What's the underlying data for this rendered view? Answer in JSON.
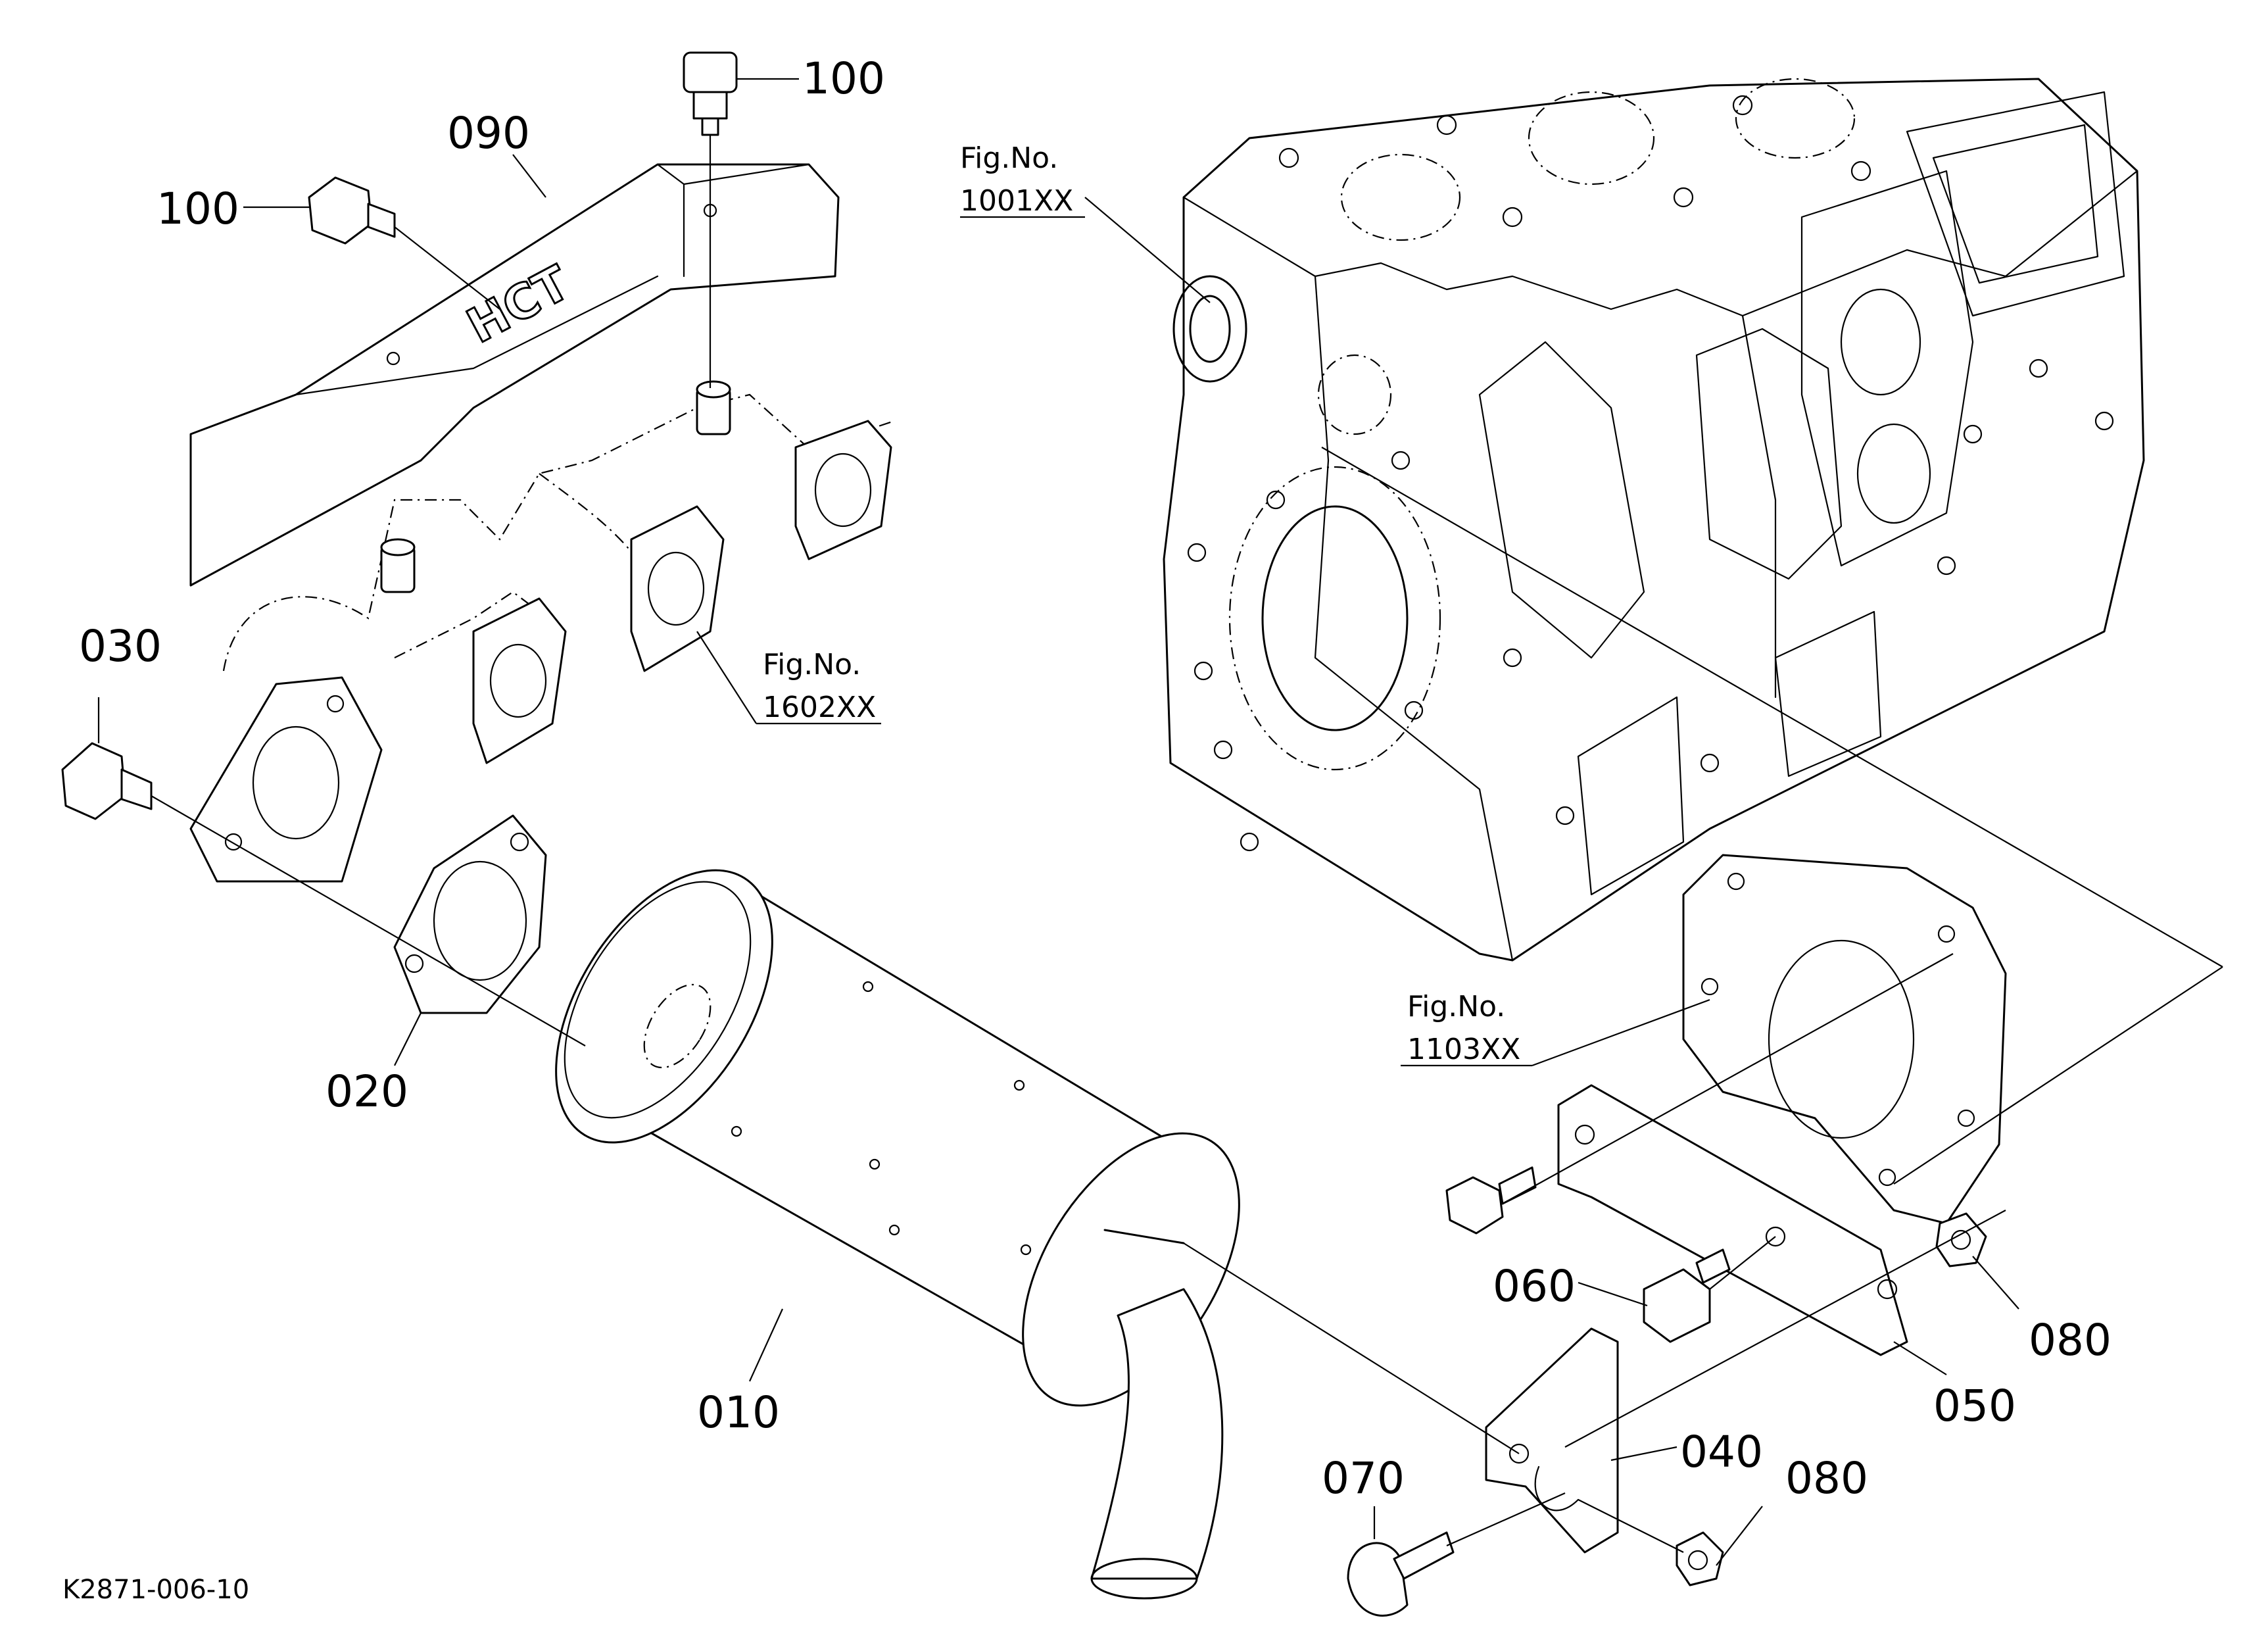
{
  "callouts": {
    "p010": "010",
    "p020": "020",
    "p030": "030",
    "p040": "040",
    "p050": "050",
    "p060": "060",
    "p070": "070",
    "p080a": "080",
    "p080b": "080",
    "p090": "090",
    "p100a": "100",
    "p100b": "100"
  },
  "figure_refs": {
    "ref1001": {
      "prefix": "Fig.No.",
      "number": "1001XX"
    },
    "ref1602": {
      "prefix": "Fig.No.",
      "number": "1602XX"
    },
    "ref1103": {
      "prefix": "Fig.No.",
      "number": "1103XX"
    }
  },
  "shield_stamp": "HCT",
  "drawing_code": "K2871-006-10"
}
